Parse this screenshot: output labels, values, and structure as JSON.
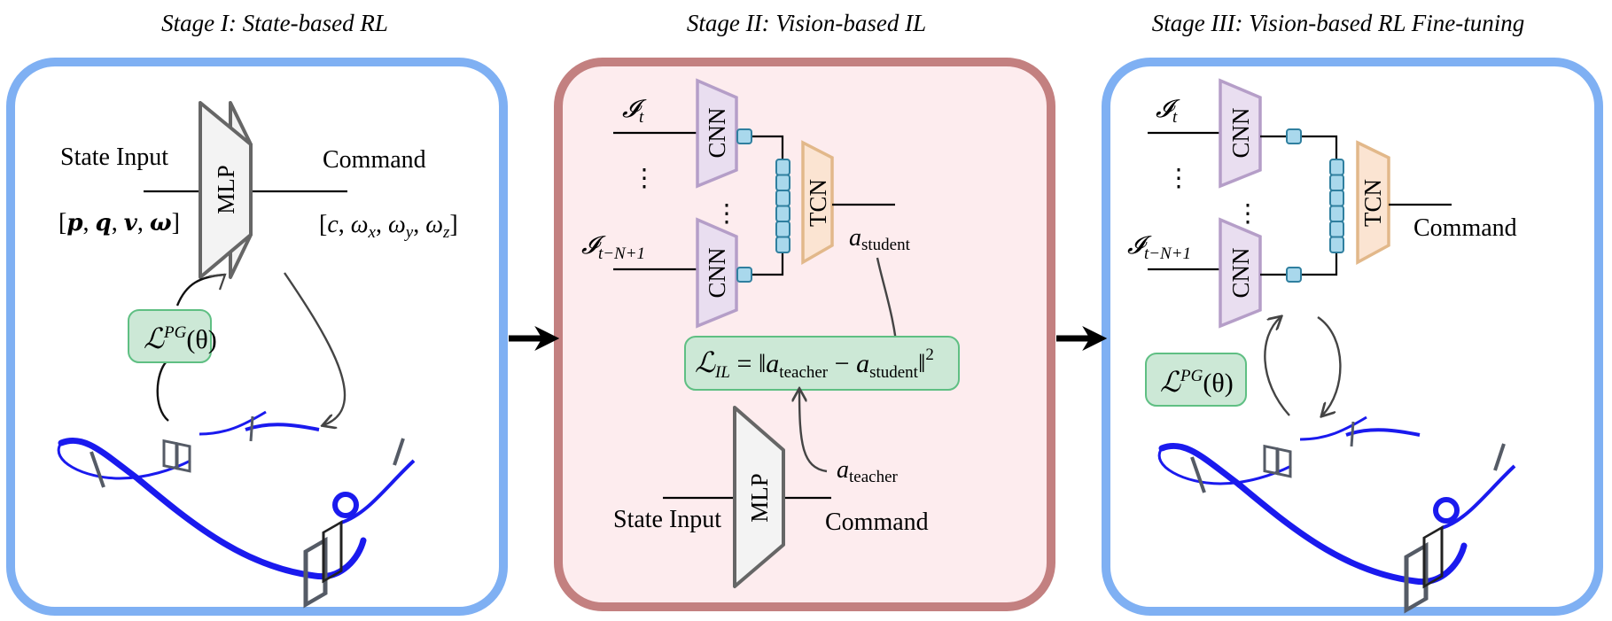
{
  "figure": {
    "stages": [
      {
        "title": "Stage I: State-based RL",
        "border_color": "#7fb0f3",
        "fill_color": "#ffffff",
        "mlp_label": "MLP",
        "input_label": "State Input",
        "input_vector": "[p, q, v, ω]",
        "output_label": "Command",
        "output_vector": "[c, ωx, ωy, ωz]",
        "loss_label": "ℒPG(θ)",
        "loss_main": "ℒ",
        "loss_sup": "PG",
        "loss_arg": "(θ)"
      },
      {
        "title": "Stage II: Vision-based IL",
        "border_color": "#c38080",
        "fill_color": "#fdecee",
        "input_top": "𝓘",
        "input_top_sub": "t",
        "input_bottom": "𝓘",
        "input_bottom_sub": "t−N+1",
        "cnn_label": "CNN",
        "tcn_label": "TCN",
        "student_label": "a",
        "student_sub": "student",
        "loss_main": "ℒ",
        "loss_sub": "IL",
        "loss_eq": "= ‖a",
        "loss_teacher_sub": "teacher",
        "loss_minus": " − a",
        "loss_student_sub": "student",
        "loss_close": "‖",
        "loss_pow": "2",
        "teacher_label": "a",
        "teacher_sub": "teacher",
        "mlp_label": "MLP",
        "input_label": "State Input",
        "output_label": "Command"
      },
      {
        "title": "Stage III: Vision-based RL Fine-tuning",
        "border_color": "#7fb0f3",
        "fill_color": "#ffffff",
        "input_top": "𝓘",
        "input_top_sub": "t",
        "input_bottom": "𝓘",
        "input_bottom_sub": "t−N+1",
        "cnn_label": "CNN",
        "tcn_label": "TCN",
        "output_label": "Command",
        "loss_main": "ℒ",
        "loss_sup": "PG",
        "loss_arg": "(θ)"
      }
    ],
    "colors": {
      "cnn_fill": "#e9def0",
      "cnn_stroke": "#b59ec8",
      "tcn_fill": "#fbe4d2",
      "tcn_stroke": "#e2b88a",
      "feature_fill": "#a9d8ec",
      "feature_stroke": "#2f7f9f",
      "mlp_fill": "#f3f3f3",
      "mlp_stroke": "#666666",
      "loss_fill": "#cce8d6",
      "loss_stroke": "#5fbf83",
      "trajectory": "#1a1aee",
      "gate": "#555b66"
    }
  }
}
